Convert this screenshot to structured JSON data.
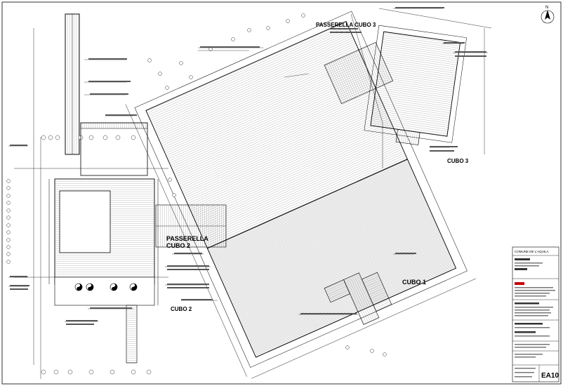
{
  "labels": {
    "passerella_cubo3": "PASSERELLA CUBO 3",
    "passerella_cubo2_line1": "PASSERELLA",
    "passerella_cubo2_line2": "CUBO 2",
    "cubo1": "CUBO 1",
    "cubo2": "CUBO 2",
    "cubo3": "CUBO 3",
    "north": "N"
  },
  "title_block": {
    "client": "COMUNE DE L'AQUILA",
    "drawing_code": "EA10"
  },
  "colors": {
    "line": "#000000",
    "hatch_light": "#d9d9d9",
    "hatch_dark": "#b8b8b8",
    "accent_red": "#cc0000"
  }
}
